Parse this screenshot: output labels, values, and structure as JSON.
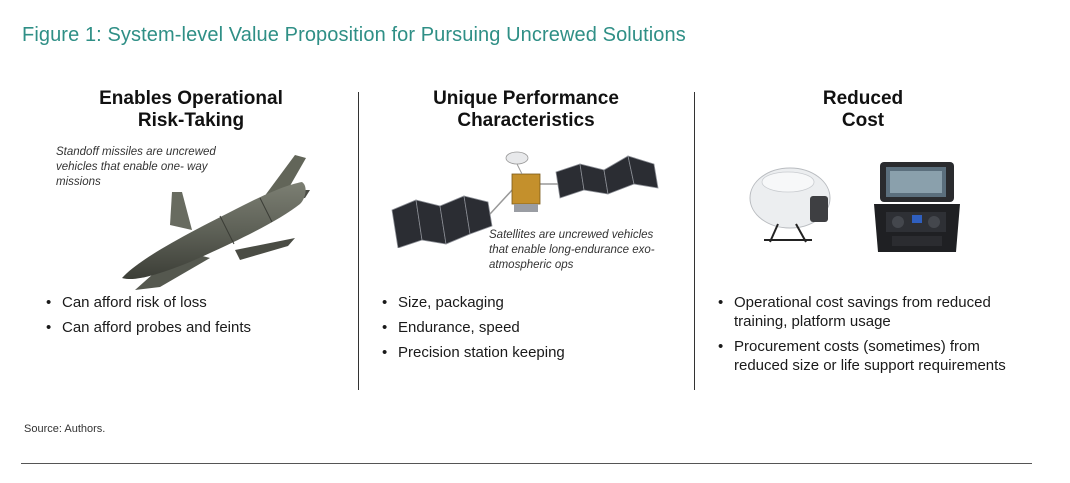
{
  "figure_title": "Figure 1: System-level Value Proposition for Pursuing Uncrewed Solutions",
  "columns": [
    {
      "heading_line1": "Enables Operational",
      "heading_line2": "Risk-Taking",
      "caption": "Standoff missiles are uncrewed vehicles that enable one- way missions",
      "image_icon": "missile-icon",
      "bullets": [
        "Can afford risk of loss",
        "Can afford probes and feints"
      ]
    },
    {
      "heading_line1": "Unique Performance",
      "heading_line2": "Characteristics",
      "caption": "Satellites are uncrewed vehicles that enable long-endurance exo-atmospheric ops",
      "image_icon": "satellite-icon",
      "bullets": [
        "Size, packaging",
        "Endurance, speed",
        "Precision station keeping"
      ]
    },
    {
      "heading_line1": "Reduced",
      "heading_line2": "Cost",
      "image_icons": [
        "drone-icon",
        "ground-control-case-icon"
      ],
      "bullets": [
        "Operational cost savings from reduced training, platform usage",
        "Procurement costs (sometimes) from reduced size or life support requirements"
      ]
    }
  ],
  "source": "Source: Authors."
}
